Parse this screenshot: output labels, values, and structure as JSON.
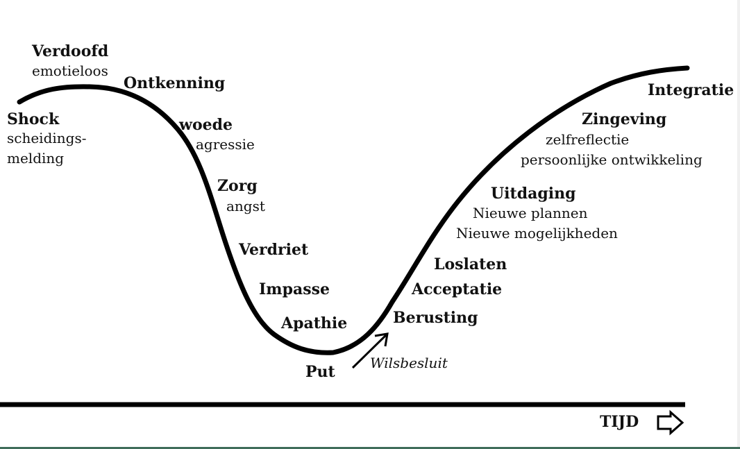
{
  "stages": {
    "shock": {
      "title": "Shock",
      "sub1": "scheidings-",
      "sub2": "melding"
    },
    "verdoofd": {
      "title": "Verdoofd",
      "sub": "emotieloos"
    },
    "ontkenning": {
      "title": "Ontkenning"
    },
    "woede": {
      "title": "woede",
      "sub": "agressie"
    },
    "zorg": {
      "title": "Zorg",
      "sub": "angst"
    },
    "verdriet": {
      "title": "Verdriet"
    },
    "impasse": {
      "title": "Impasse"
    },
    "apathie": {
      "title": "Apathie"
    },
    "put": {
      "title": "Put"
    },
    "wilsbesluit": {
      "title": "Wilsbesluit"
    },
    "berusting": {
      "title": "Berusting"
    },
    "acceptatie": {
      "title": "Acceptatie"
    },
    "loslaten": {
      "title": "Loslaten"
    },
    "uitdaging": {
      "title": "Uitdaging",
      "sub1": "Nieuwe plannen",
      "sub2": "Nieuwe mogelijkheden"
    },
    "zingeving": {
      "title": "Zingeving",
      "sub1": "zelfreflectie",
      "sub2": "persoonlijke ontwikkeling"
    },
    "integratie": {
      "title": "Integratie"
    }
  },
  "axis": {
    "label": "TIJD"
  },
  "colors": {
    "line": "#000000",
    "footer_border": "#3f6d5a"
  }
}
